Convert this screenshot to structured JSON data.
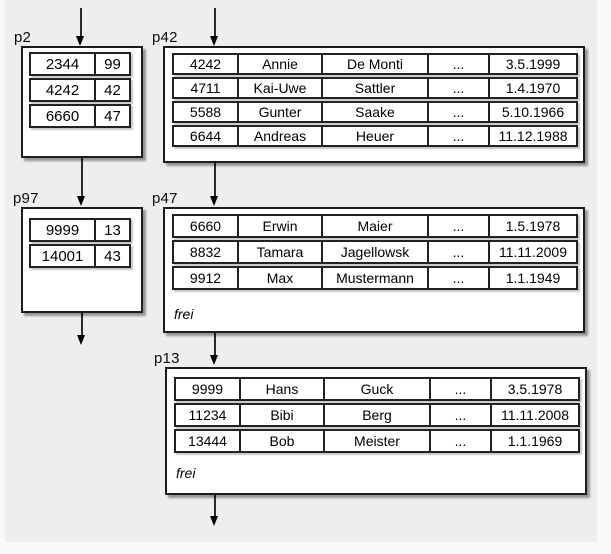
{
  "colors": {
    "slide_background": "#eeeeee",
    "page_fill": "#ffffff",
    "border": "#1c1c1c",
    "arrow": "#1a1a1a"
  },
  "icons": {
    "arrow_down_glyph": "▼"
  },
  "pages": {
    "p2": {
      "label": "p2",
      "rows": [
        [
          "2344",
          "99"
        ],
        [
          "4242",
          "42"
        ],
        [
          "6660",
          "47"
        ]
      ]
    },
    "p42": {
      "label": "p42",
      "rows": [
        [
          "4242",
          "Annie",
          "De Monti",
          "...",
          "3.5.1999"
        ],
        [
          "4711",
          "Kai-Uwe",
          "Sattler",
          "...",
          "1.4.1970"
        ],
        [
          "5588",
          "Gunter",
          "Saake",
          "...",
          "5.10.1966"
        ],
        [
          "6644",
          "Andreas",
          "Heuer",
          "...",
          "11.12.1988"
        ]
      ]
    },
    "p97": {
      "label": "p97",
      "rows": [
        [
          "9999",
          "13"
        ],
        [
          "14001",
          "43"
        ]
      ]
    },
    "p47": {
      "label": "p47",
      "rows": [
        [
          "6660",
          "Erwin",
          "Maier",
          "...",
          "1.5.1978"
        ],
        [
          "8832",
          "Tamara",
          "Jagellowsk",
          "...",
          "11.11.2009"
        ],
        [
          "9912",
          "Max",
          "Mustermann",
          "...",
          "1.1.1949"
        ]
      ],
      "free_label": "frei"
    },
    "p13": {
      "label": "p13",
      "rows": [
        [
          "9999",
          "Hans",
          "Guck",
          "...",
          "3.5.1978"
        ],
        [
          "11234",
          "Bibi",
          "Berg",
          "...",
          "11.11.2008"
        ],
        [
          "13444",
          "Bob",
          "Meister",
          "...",
          "1.1.1969"
        ]
      ],
      "free_label": "frei"
    }
  }
}
